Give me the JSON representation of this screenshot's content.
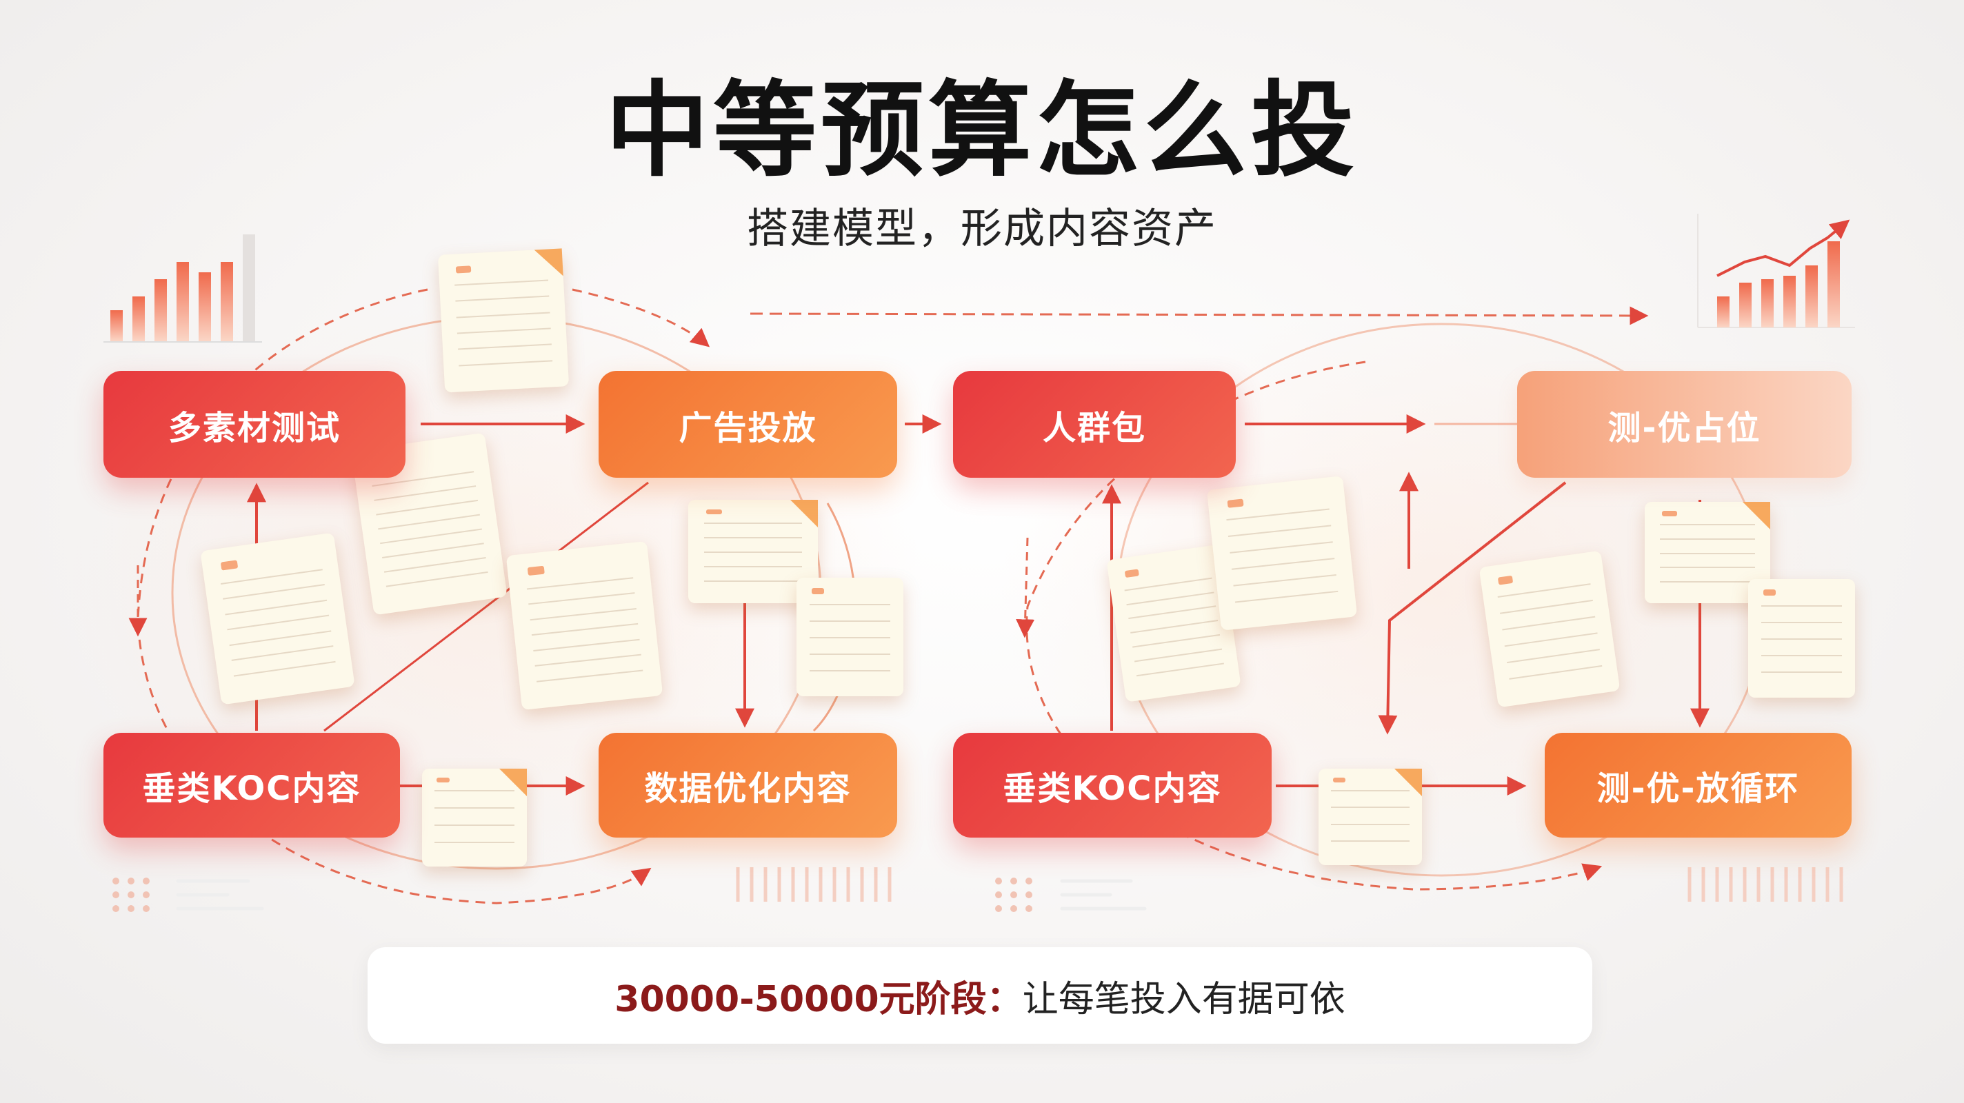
{
  "title": "中等预算怎么投",
  "subtitle": "搭建模型，形成内容资产",
  "flow_left": {
    "top_left": "多素材测试",
    "top_right": "广告投放",
    "bottom_left": "垂类KOC内容",
    "bottom_right": "数据优化内容"
  },
  "flow_right": {
    "top_left": "人群包",
    "top_right": "测-优占位",
    "bottom_left": "垂类KOC内容",
    "bottom_right": "测-优-放循环"
  },
  "footer": {
    "highlight": "30000-50000元阶段：",
    "text": "让每笔投入有据可依"
  },
  "colors": {
    "red": "#e7393e",
    "orange": "#f37332",
    "arrow": "#e0463c",
    "doc_paper": "#fdf9ea",
    "footer_highlight": "#8b1a1a"
  },
  "icons": [
    "bar-chart-icon",
    "trend-chart-icon",
    "document-icon",
    "arrow-icon"
  ]
}
